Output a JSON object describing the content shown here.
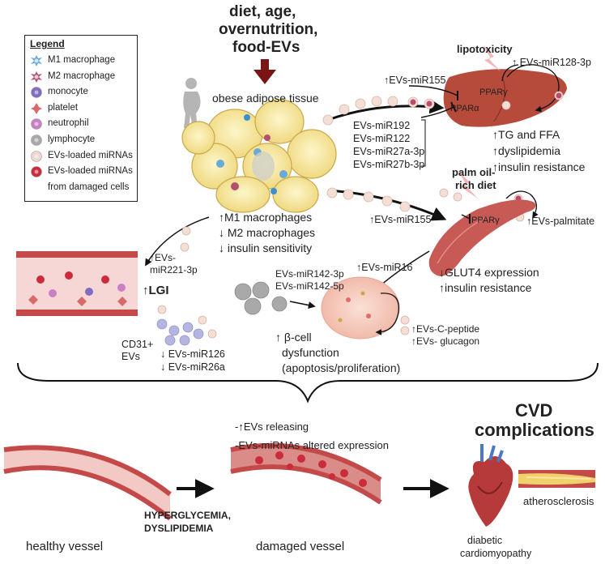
{
  "top": {
    "triggers": [
      "diet, age,",
      "overnutrition,",
      "food-EVs"
    ],
    "tissue_label": "obese adipose tissue"
  },
  "legend": {
    "title": "Legend",
    "items": [
      {
        "label": "M1 macrophage",
        "icon": "m1-macrophage-icon",
        "color": "#6aa9d8"
      },
      {
        "label": "M2 macrophage",
        "icon": "m2-macrophage-icon",
        "color": "#b4506c"
      },
      {
        "label": "monocyte",
        "icon": "monocyte-icon",
        "color": "#7f6dbf"
      },
      {
        "label": "platelet",
        "icon": "platelet-icon",
        "color": "#d86a6a"
      },
      {
        "label": "neutrophil",
        "icon": "neutrophil-icon",
        "color": "#c97fc4"
      },
      {
        "label": "lymphocyte",
        "icon": "lymphocyte-icon",
        "color": "#a9a9a9"
      },
      {
        "label": "EVs-loaded miRNAs",
        "icon": "ev-mirna-icon",
        "color": "#f0d8d0"
      },
      {
        "label": "EVs-loaded miRNAs",
        "icon": "ev-damaged-mirna-icon",
        "color": "#cc2b3b"
      },
      {
        "label": "from  damaged cells",
        "icon": "",
        "color": ""
      }
    ]
  },
  "adipose": {
    "effects": [
      "↑M1 macrophages",
      "↓ M2 macrophages",
      "↓ insulin sensitivity"
    ]
  },
  "liver": {
    "lipotoxicity": "lipotoxicity",
    "ev_in": "↑EVs-miR155",
    "ev_out": "↑ EVs-miR128-3p",
    "ppar_g": "PPARγ",
    "ppar_a": "PPARα",
    "mirnas": [
      "EVs-miR192",
      "EVs-miR122",
      "EVs-miR27a-3p",
      "EVs-miR27b-3p"
    ],
    "effects": [
      "↑TG and FFA",
      "↑dyslipidemia",
      "↑insulin resistance"
    ]
  },
  "muscle": {
    "diet": [
      "palm oil-",
      "rich diet"
    ],
    "ev_in": "↑EVs-miR155",
    "ppar_g": "PPARγ",
    "ev_out": "↑EVs-palmitate",
    "effects": [
      "↓GLUT4 expression",
      "↑insulin resistance"
    ]
  },
  "pancreas": {
    "ev_in": "↑EVs-miR16",
    "lymph_mirnas": [
      "EVs-miR142-3p",
      "EVs-miR142-5p"
    ],
    "ev_out": [
      "↑EVs-C-peptide",
      "↑EVs- glucagon"
    ],
    "effects": [
      "↑  β-cell",
      "dysfunction",
      "(apoptosis/proliferation)"
    ]
  },
  "vessel_top": {
    "ev_label": [
      "↑EVs-",
      "miR221-3p"
    ],
    "lgi": "↑LGI",
    "cd31": [
      "CD31+",
      "EVs"
    ],
    "mirnas": [
      "↓ EVs-miR126",
      "↓ EVs-miR26a"
    ]
  },
  "bottom": {
    "cvd": [
      "CVD",
      "complications"
    ],
    "changes": [
      "-↑EVs releasing",
      "-EVs-miRNAs  altered expression"
    ],
    "healthy": "healthy vessel",
    "stressors": [
      "HYPERGLYCEMIA,",
      "DYSLIPIDEMIA"
    ],
    "damaged": "damaged vessel",
    "cardio": [
      "diabetic",
      "cardiomyopathy"
    ],
    "athero": "atherosclerosis"
  },
  "colors": {
    "arrow": "#111111",
    "trigger_arrow": "#7a1515",
    "liver": "#b64b3c",
    "muscle": "#c85a55",
    "vessel": "#c44a4a",
    "fat": "#f5e39a"
  }
}
